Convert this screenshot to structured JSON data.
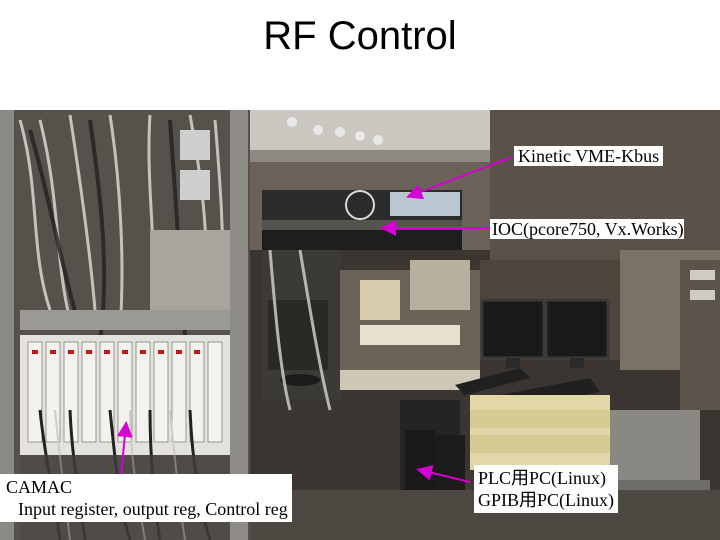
{
  "title": "RF Control",
  "labels": {
    "kinetic": "Kinetic VME-Kbus",
    "ioc": "IOC(pcore750, Vx.Works)",
    "camac_line1": "CAMAC",
    "camac_line2": "Input register, output reg, Control reg",
    "plc_line1": "PLC用PC(Linux)",
    "plc_line2": "GPIB用PC(Linux)"
  },
  "colors": {
    "callout": "#d400d4"
  }
}
